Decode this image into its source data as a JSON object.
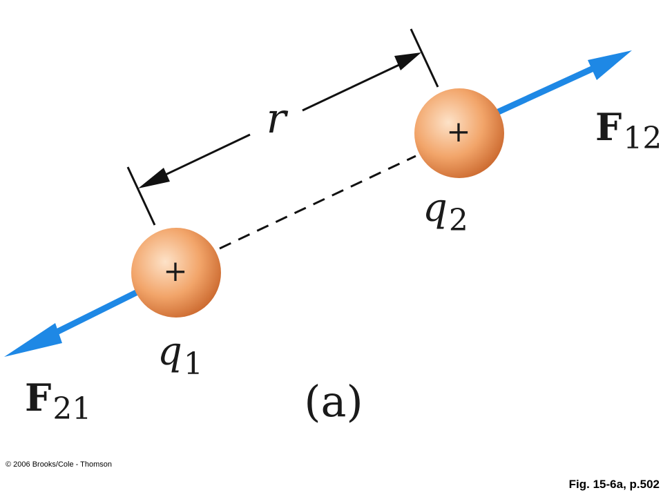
{
  "colors": {
    "force_arrow": "#1e88e5",
    "charge_fill_light": "#fde2c8",
    "charge_fill_mid": "#f2a56a",
    "charge_fill_dark": "#c8642a",
    "line": "#111111"
  },
  "charges": [
    {
      "id": "q1",
      "symbol": "q",
      "subscript": "1",
      "sign": "+"
    },
    {
      "id": "q2",
      "symbol": "q",
      "subscript": "2",
      "sign": "+"
    }
  ],
  "forces": [
    {
      "id": "F21",
      "symbol": "F",
      "subscript": "21"
    },
    {
      "id": "F12",
      "symbol": "F",
      "subscript": "12"
    }
  ],
  "distance_label": "r",
  "panel_label": "(a)",
  "copyright": "© 2006 Brooks/Cole - Thomson",
  "figure_caption": "Fig. 15-6a, p.502"
}
